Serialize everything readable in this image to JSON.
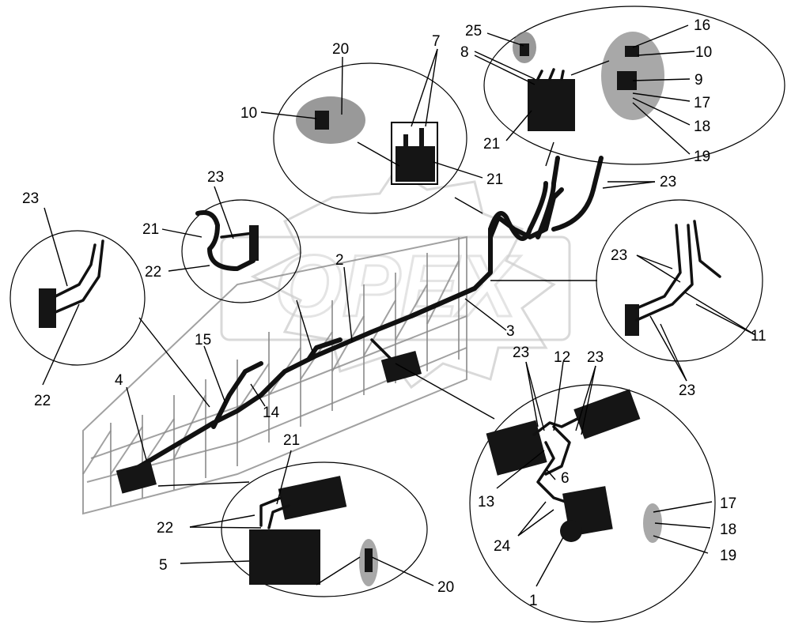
{
  "callouts": {
    "c1": "1",
    "c2": "2",
    "c3": "3",
    "c4": "4",
    "c5": "5",
    "c6": "6",
    "c7": "7",
    "c8": "8",
    "c9": "9",
    "c10a": "10",
    "c10b": "10",
    "c11": "11",
    "c12": "12",
    "c13": "13",
    "c14": "14",
    "c15": "15",
    "c16": "16",
    "c17a": "17",
    "c17b": "17",
    "c18a": "18",
    "c18b": "18",
    "c19a": "19",
    "c19b": "19",
    "c20a": "20",
    "c20b": "20",
    "c21a": "21",
    "c21b": "21",
    "c21c": "21",
    "c21d": "21",
    "c22a": "22",
    "c22b": "22",
    "c22c": "22",
    "c23a": "23",
    "c23b": "23",
    "c23c": "23",
    "c23d": "23",
    "c23e": "23",
    "c23f": "23",
    "c23g": "23",
    "c24": "24",
    "c25": "25"
  },
  "watermark": {
    "text": "OPEX"
  },
  "colors": {
    "ink": "#000000",
    "frame": "#8a8a8a",
    "watermark": "#bfbfbf"
  }
}
